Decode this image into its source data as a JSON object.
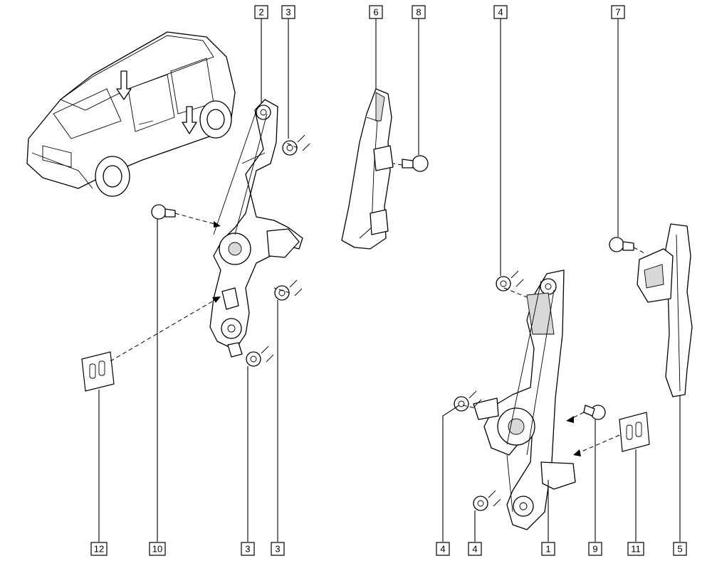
{
  "callouts": [
    {
      "id": "c-top-2",
      "label": "2"
    },
    {
      "id": "c-top-3",
      "label": "3"
    },
    {
      "id": "c-top-6",
      "label": "6"
    },
    {
      "id": "c-top-8",
      "label": "8"
    },
    {
      "id": "c-top-4",
      "label": "4"
    },
    {
      "id": "c-top-7",
      "label": "7"
    },
    {
      "id": "c-bot-12",
      "label": "12"
    },
    {
      "id": "c-bot-10",
      "label": "10"
    },
    {
      "id": "c-bot-3a",
      "label": "3"
    },
    {
      "id": "c-bot-3b",
      "label": "3"
    },
    {
      "id": "c-bot-4a",
      "label": "4"
    },
    {
      "id": "c-bot-4b",
      "label": "4"
    },
    {
      "id": "c-bot-1",
      "label": "1"
    },
    {
      "id": "c-bot-9",
      "label": "9"
    },
    {
      "id": "c-bot-11",
      "label": "11"
    },
    {
      "id": "c-bot-5",
      "label": "5"
    }
  ],
  "colors": {
    "line": "#000000",
    "fill": "#ffffff",
    "shade": "#d8d8d8"
  }
}
